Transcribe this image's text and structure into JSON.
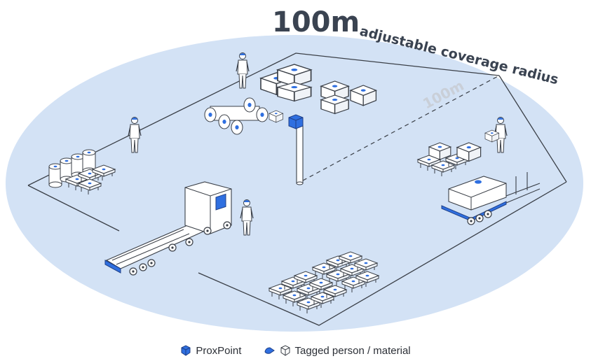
{
  "heading": {
    "value": "100m",
    "subtitle": "adjustable coverage radius"
  },
  "radius_label": "100m",
  "legend": {
    "proxpoint_label": "ProxPoint",
    "tagged_label": "Tagged person / material"
  },
  "colors": {
    "coverage_fill": "#d3e2f5",
    "tag_blue": "#2f6fe0",
    "line": "#3a3f47",
    "heading": "#3a4351"
  },
  "icons": [
    "proxpoint-cube-icon",
    "person-tag-icon",
    "material-box-icon"
  ]
}
